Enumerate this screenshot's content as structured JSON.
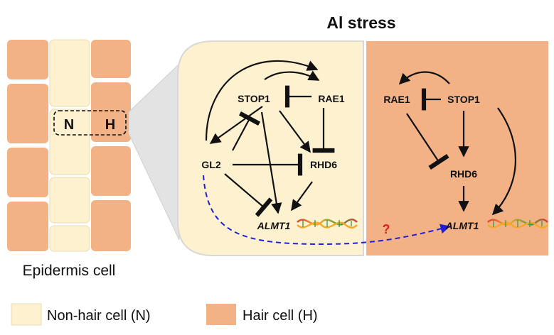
{
  "title": "Al stress",
  "epidermis": {
    "caption": "Epidermis cell",
    "marker_n": "N",
    "marker_h": "H"
  },
  "non_hair_panel": {
    "nodes": {
      "stop1": "STOP1",
      "rae1": "RAE1",
      "gl2": "GL2",
      "rhd6": "RHD6",
      "almt1": "ALMT1"
    }
  },
  "hair_panel": {
    "nodes": {
      "rae1": "RAE1",
      "stop1": "STOP1",
      "rhd6": "RHD6",
      "almt1": "ALMT1"
    }
  },
  "unknown_link": "?",
  "legend": {
    "non_hair_label": "Non-hair cell (N)",
    "hair_label": "Hair cell (H)"
  },
  "colors": {
    "non_hair": "#fdf1cf",
    "hair": "#f2b286",
    "arrow": "#111111",
    "dashed_link": "#1f1fd6",
    "question": "#e02020"
  }
}
